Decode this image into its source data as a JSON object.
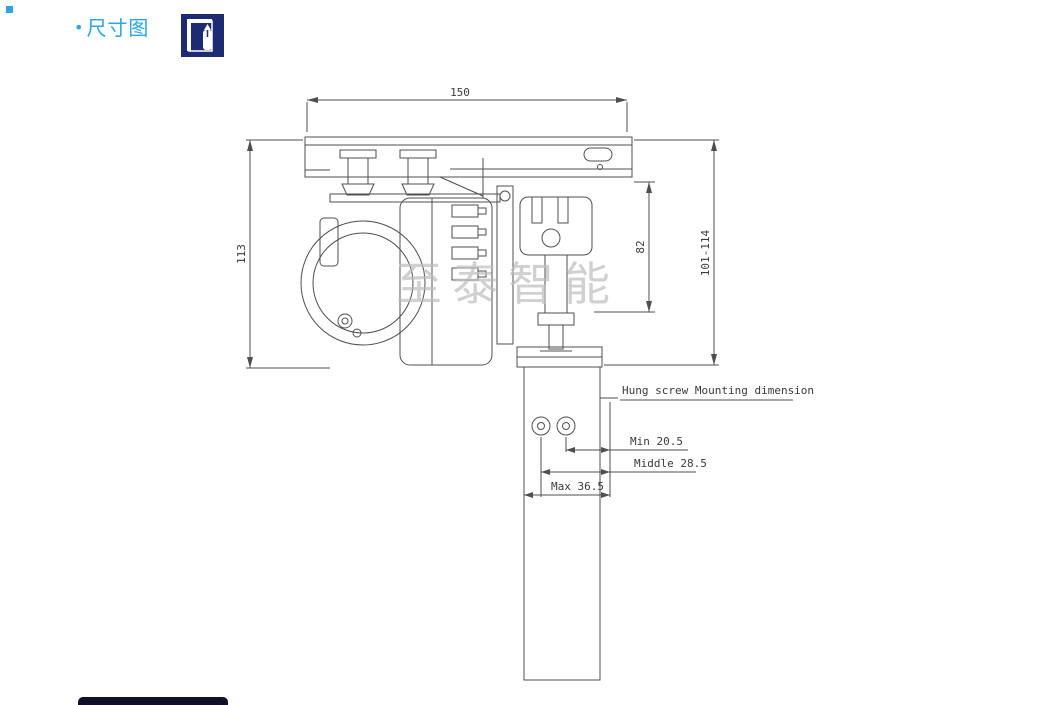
{
  "header": {
    "bullet": "•",
    "title": "尺寸图",
    "accent_color": "#2BA7DE",
    "icon_color": "#1d2b72"
  },
  "drawing": {
    "watermark": "至泰智能",
    "line_color": "#4f4f4f",
    "watermark_color": "#bdbdbd",
    "dimensions": {
      "overall_width": "150",
      "overall_height": "113",
      "hanger_height": "82",
      "adjustable_height": "101-114",
      "hung_screw_label": "Hung screw Mounting dimension",
      "min": "Min 20.5",
      "middle": "Middle 28.5",
      "max": "Max 36.5"
    }
  }
}
